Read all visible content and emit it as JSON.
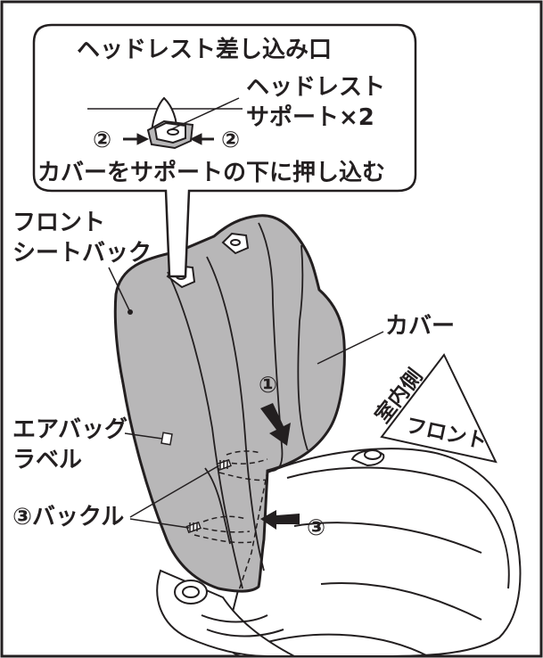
{
  "callout": {
    "title": "ヘッドレスト差し込み口",
    "support_label_line1": "ヘッドレスト",
    "support_label_line2": "サポート×2",
    "step_left": "②",
    "step_right": "②",
    "instruction": "カバーをサポートの下に押し込む"
  },
  "labels": {
    "front_seatback_line1": "フロント",
    "front_seatback_line2": "シートバック",
    "cover": "カバー",
    "airbag_line1": "エアバッグ",
    "airbag_line2": "ラベル",
    "buckle": "③バックル",
    "step1": "①",
    "step3": "③"
  },
  "orientation": {
    "interior_side": "室内側",
    "front": "フロント"
  },
  "colors": {
    "cover_fill": "#b8b7b8",
    "line": "#231f20",
    "seat_fill": "#ffffff"
  }
}
